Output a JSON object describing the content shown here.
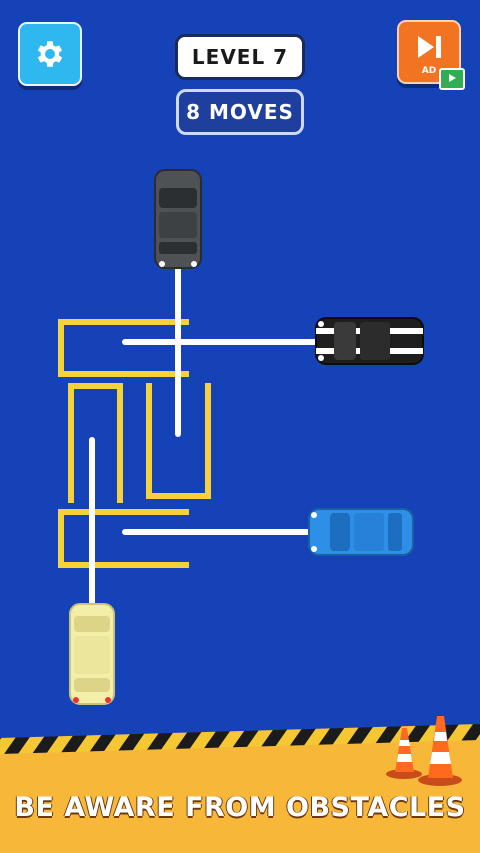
{
  "header": {
    "level_label": "LEVEL 7",
    "moves_label": "8 MOVES",
    "settings_icon": "gear-icon",
    "skip_icon": "skip-forward-icon",
    "ad_badge": "AD",
    "video_icon": "clapperboard-icon"
  },
  "footer": {
    "tagline": "BE AWARE FROM OBSTACLES"
  },
  "cars": [
    {
      "name": "dark-gray-car",
      "color": "#4e5254",
      "orientation": "vertical"
    },
    {
      "name": "black-white-striped-car",
      "color": "#1e1e1e",
      "orientation": "horizontal"
    },
    {
      "name": "blue-car",
      "color": "#2e8fe6",
      "orientation": "horizontal"
    },
    {
      "name": "cream-car",
      "color": "#f3efa8",
      "orientation": "vertical"
    }
  ],
  "colors": {
    "background": "#1642b8",
    "parking_lines": "#f5d13a",
    "paths": "#ffffff",
    "footer": "#f7b83a"
  }
}
